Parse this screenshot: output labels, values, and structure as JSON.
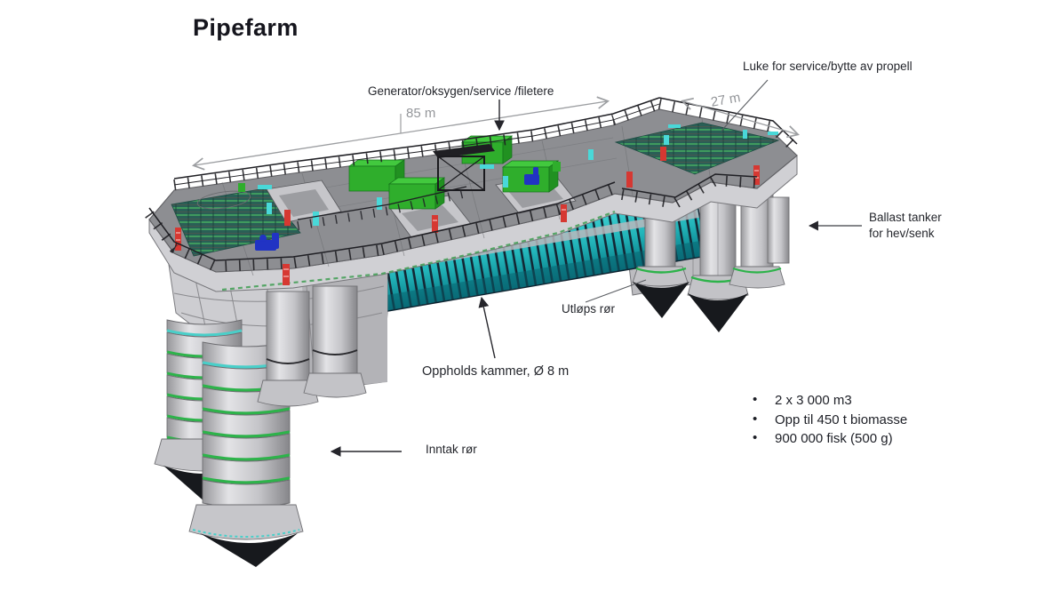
{
  "title": "Pipefarm",
  "labels": {
    "luke": "Luke for service/bytte av propell",
    "generator": "Generator/oksygen/service /filetere",
    "dim_length": "85 m",
    "dim_width": "27 m",
    "ballast_line1": "Ballast tanker",
    "ballast_line2": "for hev/senk",
    "utlops": "Utløps rør",
    "oppholds": "Oppholds kammer, Ø 8 m",
    "inntak": "Inntak rør"
  },
  "specs": [
    "2 x 3 000 m3",
    "Opp til 450 t biomasse",
    "900 000 fisk (500 g)"
  ],
  "colors": {
    "background": "#ffffff",
    "text": "#24262c",
    "dimension_gray": "#94969a",
    "pipe_cyan": "#2cc3c6",
    "pipe_rib_dark": "#132734",
    "deck_gray": "#8d8e92",
    "hull_light_gray": "#d0d0d4",
    "grating_teal": "#2a5f56",
    "grating_green": "#4dc163",
    "equipment_green": "#2fae2c",
    "ring_green": "#2db34a",
    "cone_black": "#17191d",
    "ladder_red": "#d63832",
    "valve_blue": "#2133c4"
  }
}
